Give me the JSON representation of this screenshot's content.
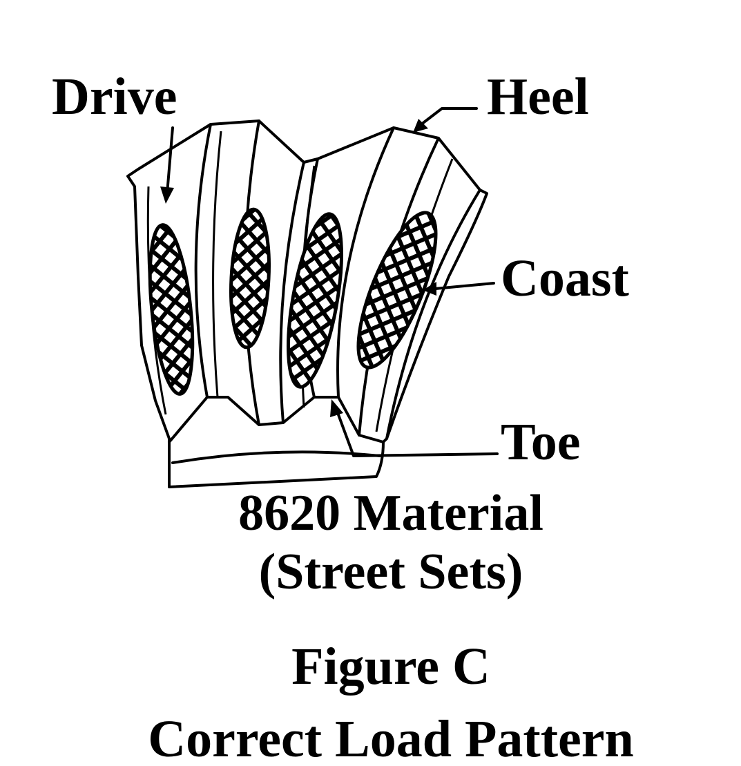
{
  "labels": {
    "drive": "Drive",
    "heel": "Heel",
    "coast": "Coast",
    "toe": "Toe"
  },
  "caption": {
    "material": "8620 Material",
    "sets": "(Street Sets)",
    "figure": "Figure C",
    "title": "Correct Load Pattern"
  },
  "colors": {
    "ink": "#000000",
    "background": "#ffffff"
  }
}
